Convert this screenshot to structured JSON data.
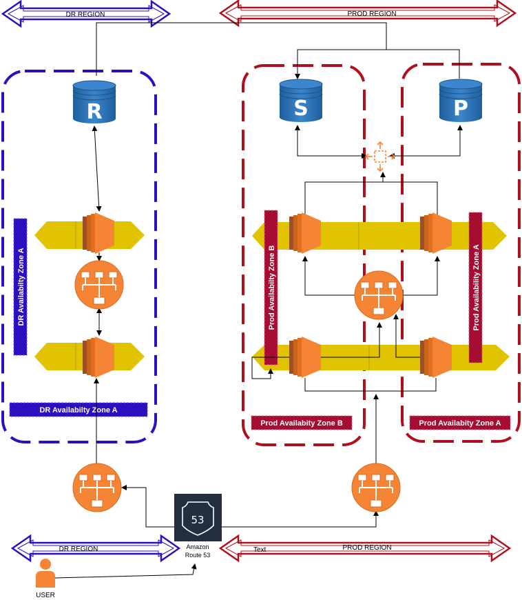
{
  "regions": {
    "dr_top": "DR REGION",
    "prod_top": "PROD REGION",
    "dr_bottom": "DR REGION",
    "prod_bottom": "PROD REGION",
    "text_label": "Text"
  },
  "zones": {
    "dr_vertical": "DR Availabilty Zone A",
    "dr_bottom": "DR Availabilty Zone A",
    "prod_b_vertical": "Prod Availabilty Zone B",
    "prod_a_vertical": "Prod Availability Zone A",
    "prod_b_bottom": "Prod Availabity Zone B",
    "prod_a_bottom": "Prod Availabity Zone A"
  },
  "databases": {
    "replica": "R",
    "secondary": "S",
    "primary": "P"
  },
  "route53": {
    "badge": "53",
    "line1": "Amazon",
    "line2": "Route 53"
  },
  "user": {
    "label": "USER"
  },
  "colors": {
    "dr": "#2E0FBF",
    "prod": "#B0101E",
    "db": "#2A73B8",
    "orange": "#F58534",
    "subnet": "#E2C300",
    "route53_bg": "#232F3E"
  }
}
